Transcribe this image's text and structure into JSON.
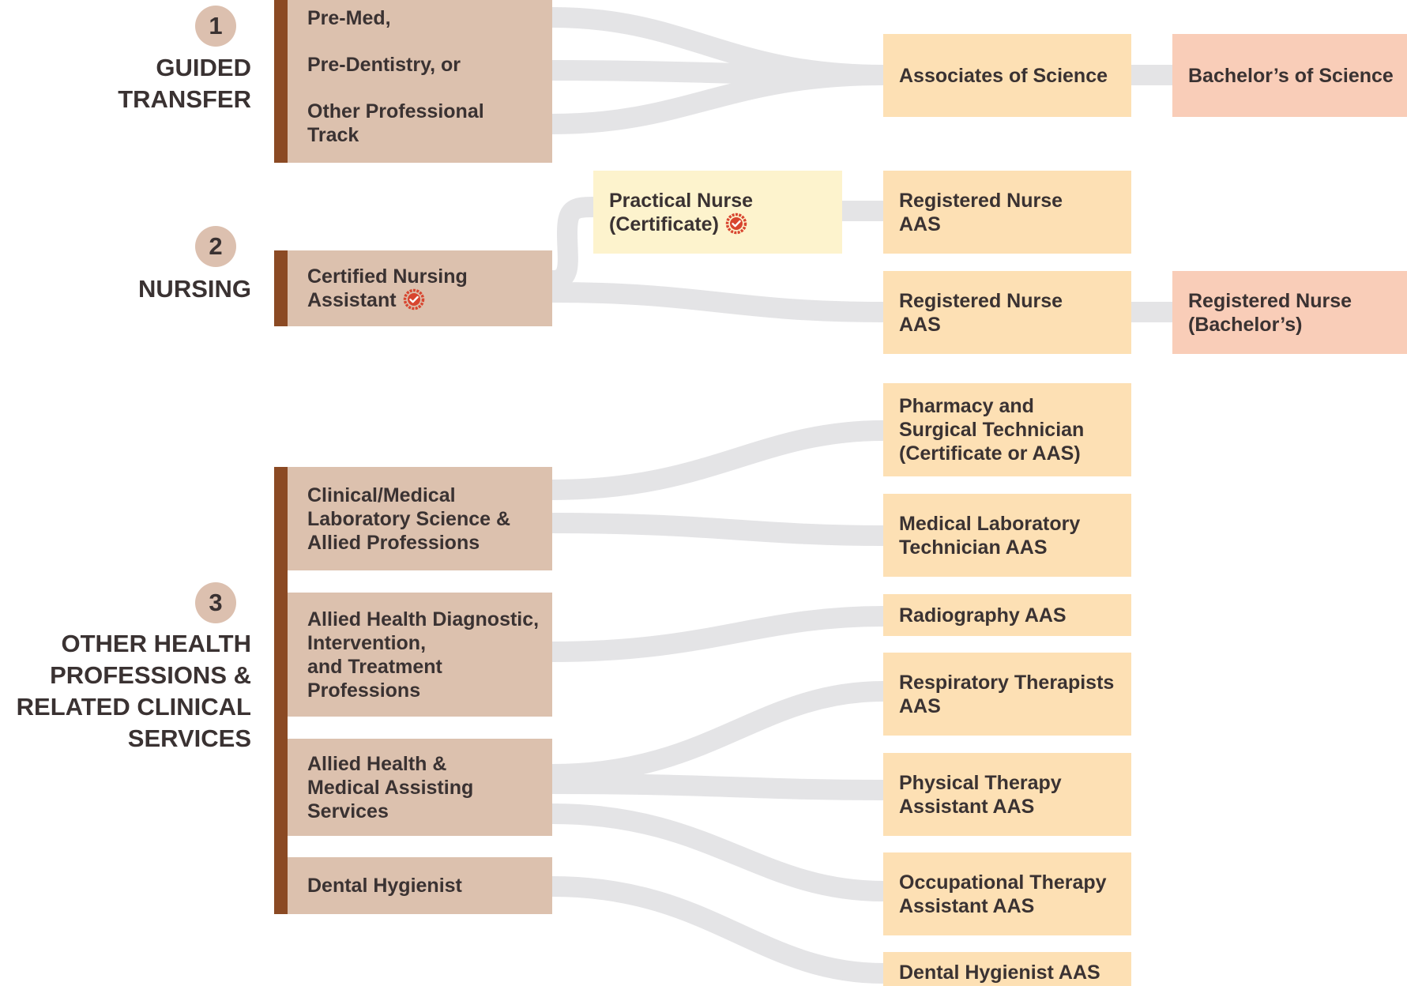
{
  "colors": {
    "source_box": "#dcc1ae",
    "accent_bar": "#8b4a24",
    "certificate_box": "#fdf3cd",
    "degree_box": "#fde0b4",
    "bachelor_box": "#f9cdb8",
    "flow": "#e4e4e6",
    "badge": "#d8452f",
    "number_circle": "#dcc0af"
  },
  "icons": {
    "certified_badge": "check-seal-icon"
  },
  "sections": [
    {
      "number": "1",
      "title_lines": [
        "GUIDED",
        "TRANSFER"
      ],
      "sources": [
        {
          "items": [
            "Pre-Med,",
            "Pre-Dentistry, or",
            "Other Professional",
            "Track"
          ]
        }
      ],
      "certificate": null,
      "degrees": [
        {
          "lines": [
            "Associates of Science"
          ],
          "bachelor": [
            "Bachelor’s of Science"
          ]
        }
      ]
    },
    {
      "number": "2",
      "title_lines": [
        "NURSING"
      ],
      "sources": [
        {
          "lines": [
            "Certified Nursing",
            "Assistant"
          ],
          "certified": true
        }
      ],
      "certificate": {
        "lines": [
          "Practical Nurse",
          "(Certificate)"
        ],
        "certified": true
      },
      "degrees": [
        {
          "lines": [
            "Registered Nurse",
            "AAS"
          ]
        },
        {
          "lines": [
            "Registered Nurse",
            "AAS"
          ],
          "bachelor": [
            "Registered Nurse",
            "(Bachelor’s)"
          ]
        }
      ]
    },
    {
      "number": "3",
      "title_lines": [
        "OTHER HEALTH",
        "PROFESSIONS &",
        "RELATED CLINICAL",
        "SERVICES"
      ],
      "sources": [
        {
          "lines": [
            "Clinical/Medical",
            "Laboratory Science &",
            "Allied Professions"
          ]
        },
        {
          "lines": [
            "Allied Health Diagnostic,",
            "Intervention,",
            "and Treatment",
            "Professions"
          ]
        },
        {
          "lines": [
            "Allied Health &",
            "Medical Assisting",
            "Services"
          ]
        },
        {
          "lines": [
            "Dental Hygienist"
          ]
        }
      ],
      "degrees": [
        {
          "lines": [
            "Pharmacy and",
            "Surgical Technician",
            "(Certificate or AAS)"
          ]
        },
        {
          "lines": [
            "Medical Laboratory",
            "Technician AAS"
          ]
        },
        {
          "lines": [
            "Radiography AAS"
          ]
        },
        {
          "lines": [
            "Respiratory Therapists",
            "AAS"
          ]
        },
        {
          "lines": [
            "Physical Therapy",
            "Assistant AAS"
          ]
        },
        {
          "lines": [
            "Occupational Therapy",
            "Assistant AAS"
          ]
        },
        {
          "lines": [
            "Dental Hygienist AAS"
          ]
        }
      ]
    }
  ]
}
